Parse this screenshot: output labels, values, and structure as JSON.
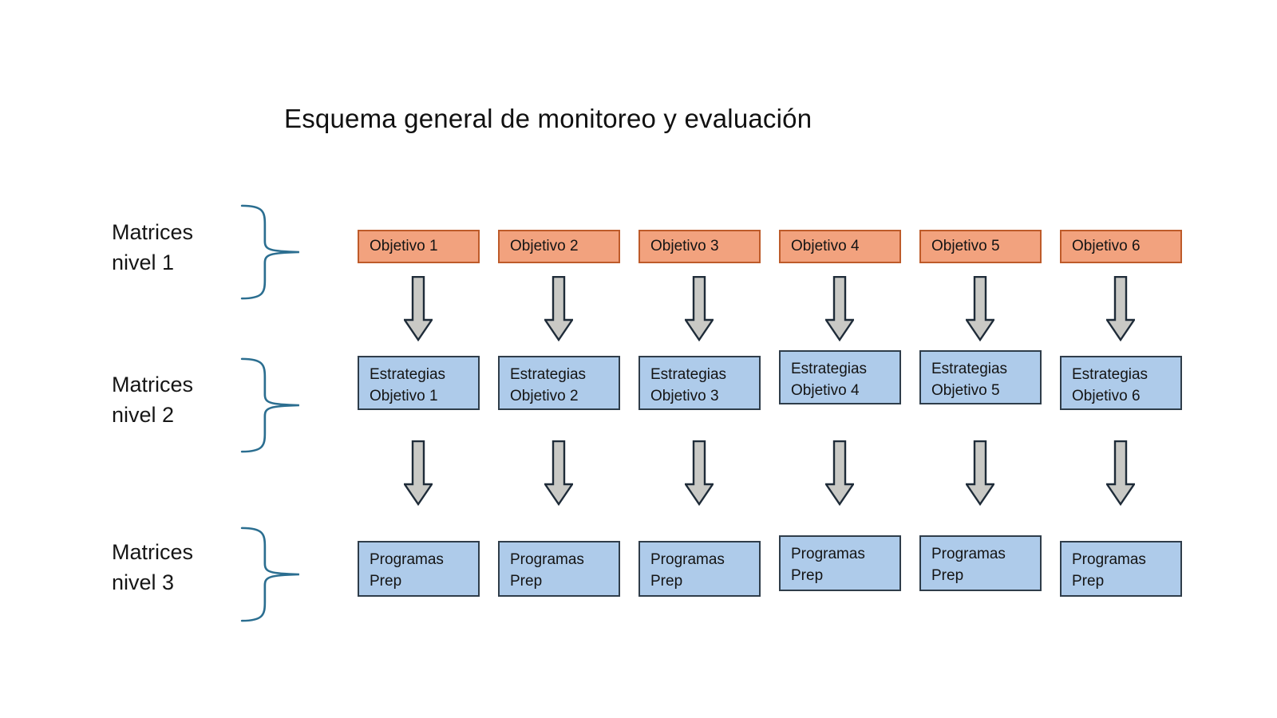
{
  "title": "Esquema general de monitoreo y evaluación",
  "levels": [
    {
      "line1": "Matrices",
      "line2": "nivel 1"
    },
    {
      "line1": "Matrices",
      "line2": "nivel 2"
    },
    {
      "line1": "Matrices",
      "line2": "nivel 3"
    }
  ],
  "columns": [
    {
      "objetivo": "Objetivo 1",
      "estrategias_line1": "Estrategias",
      "estrategias_line2": "Objetivo 1",
      "programas_line1": "Programas",
      "programas_line2": "Prep"
    },
    {
      "objetivo": "Objetivo 2",
      "estrategias_line1": "Estrategias",
      "estrategias_line2": "Objetivo 2",
      "programas_line1": "Programas",
      "programas_line2": "Prep"
    },
    {
      "objetivo": "Objetivo 3",
      "estrategias_line1": "Estrategias",
      "estrategias_line2": "Objetivo 3",
      "programas_line1": "Programas",
      "programas_line2": "Prep"
    },
    {
      "objetivo": "Objetivo 4",
      "estrategias_line1": "Estrategias",
      "estrategias_line2": "Objetivo 4",
      "programas_line1": "Programas",
      "programas_line2": "Prep"
    },
    {
      "objetivo": "Objetivo 5",
      "estrategias_line1": "Estrategias",
      "estrategias_line2": "Objetivo 5",
      "programas_line1": "Programas",
      "programas_line2": "Prep"
    },
    {
      "objetivo": "Objetivo 6",
      "estrategias_line1": "Estrategias",
      "estrategias_line2": "Objetivo 6",
      "programas_line1": "Programas",
      "programas_line2": "Prep"
    }
  ],
  "colors": {
    "objetivo_fill": "#F2A27E",
    "objetivo_border": "#BE5B2A",
    "nivel_fill": "#AECBEA",
    "nivel_border": "#2F3D4A",
    "arrow_fill": "#C9C9C5",
    "arrow_outline": "#1E2B38",
    "brace": "#2B6E90"
  }
}
